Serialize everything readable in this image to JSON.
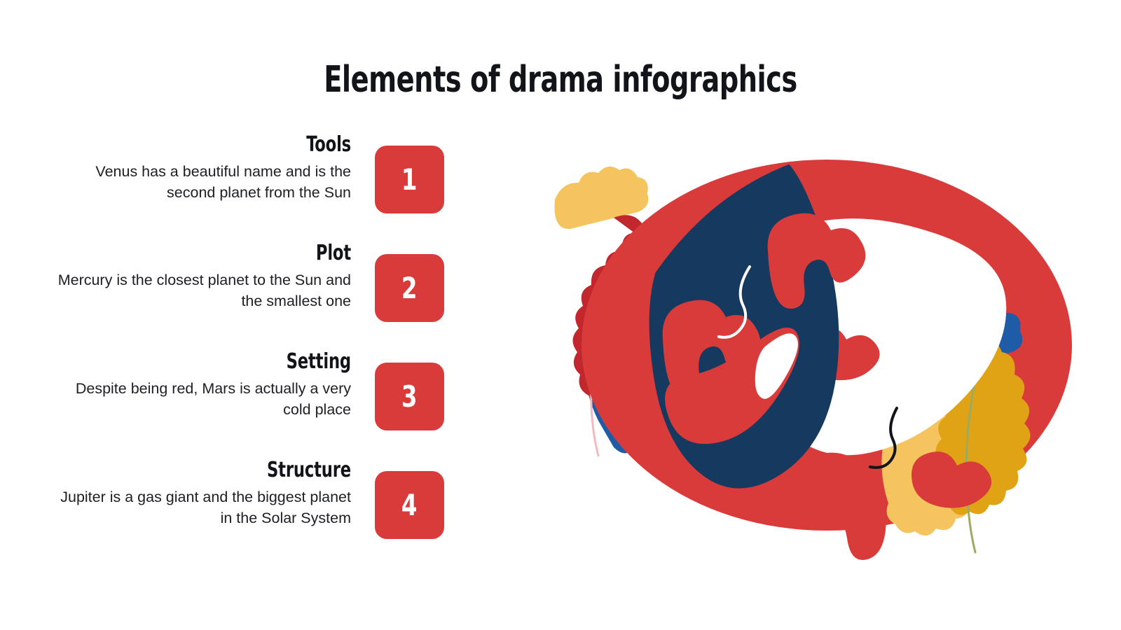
{
  "slide": {
    "title": "Elements of drama infographics",
    "background_color": "#ffffff"
  },
  "palette": {
    "accent_red": "#d93b3b",
    "deep_red": "#c1272d",
    "navy": "#163a5f",
    "blue": "#1f5ca8",
    "gold_dark": "#e0a316",
    "gold_light": "#f5c45e",
    "white": "#ffffff",
    "text_dark": "#111418"
  },
  "items": [
    {
      "number": "1",
      "heading": "Tools",
      "body": "Venus has a beautiful name and is the second planet from the Sun"
    },
    {
      "number": "2",
      "heading": "Plot",
      "body": "Mercury is the closest planet to the Sun and the smallest one"
    },
    {
      "number": "3",
      "heading": "Setting",
      "body": "Despite being red, Mars is actually a very cold place"
    },
    {
      "number": "4",
      "heading": "Structure",
      "body": "Jupiter is a gas giant and the biggest planet in the Solar System"
    }
  ],
  "illustration": {
    "name": "theatre-masks-illustration",
    "description": "Comedy and tragedy masks with feather plumes over a red ellipse",
    "parts": [
      "red-ellipse-backdrop",
      "navy-comedy-mask",
      "white-tragedy-mask",
      "left-red-feather",
      "left-blue-feather",
      "left-gold-cap",
      "right-gold-feather",
      "right-blue-cap"
    ]
  }
}
